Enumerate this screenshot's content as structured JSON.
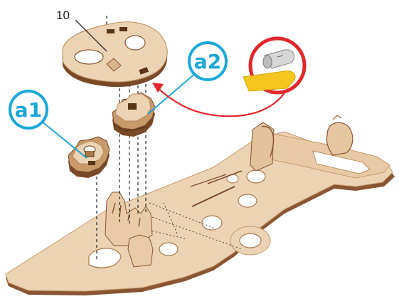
{
  "parts": {
    "part_10_number": "10",
    "callout_a1": "a1",
    "callout_a2": "a2"
  },
  "colors": {
    "wood_face": "#ecd3b3",
    "wood_edge": "#7a4a28",
    "wood_mid": "#c89a6a",
    "callout_blue": "#1aa7d9",
    "arrow_red": "#e2262b",
    "tape_yellow": "#f3c51e"
  },
  "icons": [
    "double-sided-tape-icon"
  ]
}
